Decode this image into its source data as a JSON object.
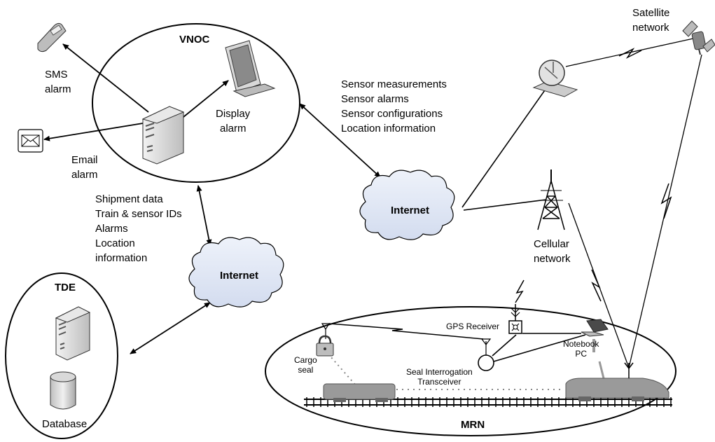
{
  "vnoc": {
    "title": "VNOC",
    "sms_alarm": [
      "SMS",
      "alarm"
    ],
    "email_alarm": [
      "Email",
      "alarm"
    ],
    "display_alarm": [
      "Display",
      "alarm"
    ]
  },
  "tde": {
    "title": "TDE",
    "database": "Database"
  },
  "internet_labels": {
    "left": "Internet",
    "right": "Internet"
  },
  "vnoc_to_internet_list": [
    "Sensor measurements",
    "Sensor alarms",
    "Sensor configurations",
    "Location information"
  ],
  "tde_to_vnoc_list": [
    "Shipment data",
    "Train & sensor IDs",
    "Alarms",
    "Location",
    "information"
  ],
  "satellite_network": [
    "Satellite",
    "network"
  ],
  "cellular_network": [
    "Cellular",
    "network"
  ],
  "mrn": {
    "title": "MRN",
    "gps_receiver": "GPS Receiver",
    "notebook_pc": [
      "Notebook",
      "PC"
    ],
    "cargo_seal": [
      "Cargo",
      "seal"
    ],
    "seal_interrogation": [
      "Seal Interrogation",
      "Transceiver"
    ]
  },
  "icons": {
    "phone": "cell-phone-icon",
    "envelope": "envelope-icon",
    "monitor": "monitor-icon",
    "server": "server-icon",
    "database": "database-cylinder-icon",
    "dish": "satellite-dish-icon",
    "satellite": "satellite-icon",
    "tower": "cell-tower-icon",
    "laptop": "laptop-icon",
    "lock": "padlock-icon",
    "antenna": "antenna-icon",
    "train": "train-icon"
  }
}
